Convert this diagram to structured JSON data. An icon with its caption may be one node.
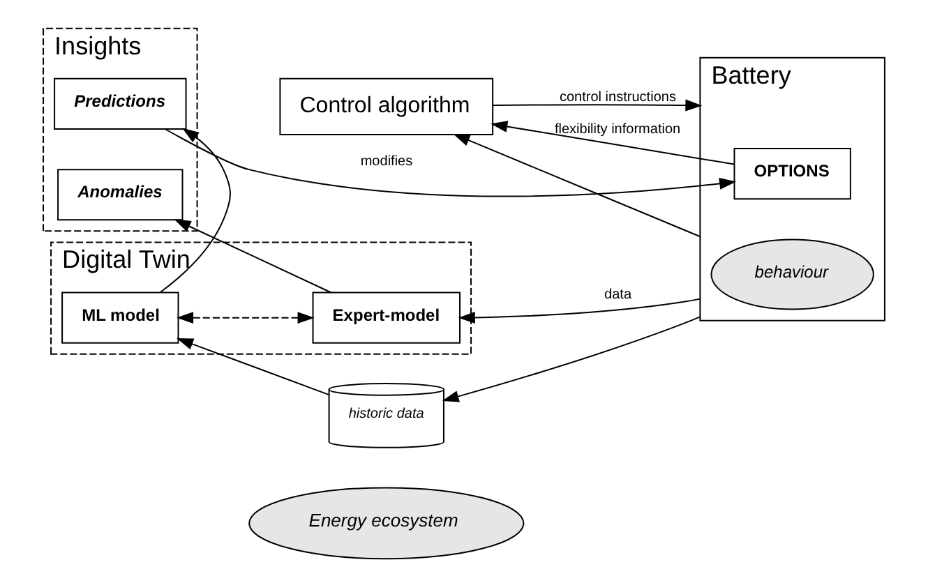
{
  "diagram": {
    "nodes": [
      {
        "text": [
          "Energy ecosystem"
        ]
      },
      {
        "text": [
          "Control algorithm"
        ]
      },
      {
        "text": [
          "Insights"
        ]
      },
      {
        "text": [
          "Anomalies"
        ],
        "in": 2
      },
      {
        "text": [
          "Predictions"
        ],
        "in": 2
      },
      {
        "text": [
          "Digital Twin"
        ]
      },
      {
        "text": [
          "Expert-model"
        ],
        "in": 5
      },
      {
        "text": [
          "ML model"
        ],
        "in": 5
      },
      {
        "text": [
          "Battery"
        ]
      },
      {
        "text": [
          "OPTIONS"
        ],
        "in": 8
      },
      {
        "text": [
          "behaviour"
        ],
        "in": 8
      },
      {
        "text": [
          "historic data"
        ]
      }
    ],
    "edges": [
      {
        "from": 6,
        "to": 3,
        "arrow": "to"
      },
      {
        "from": 7,
        "to": 4,
        "arrow": "to"
      },
      {
        "from": 6,
        "to": 7,
        "arrow": "both",
        "style": "dashed"
      },
      {
        "from": 8,
        "to": 1,
        "arrow": "to"
      },
      {
        "from": 8,
        "to": 6,
        "arrow": "to",
        "label": "data"
      },
      {
        "from": 8,
        "to": 11,
        "arrow": "to"
      },
      {
        "from": 11,
        "to": 7,
        "arrow": "to"
      },
      {
        "from": 9,
        "to": 1,
        "arrow": "to",
        "label": "flexibility information"
      },
      {
        "from": 1,
        "to": 8,
        "arrow": "to",
        "label": "control instructions"
      },
      {
        "from": 4,
        "to": 9,
        "arrow": "to",
        "label": "modifies"
      }
    ]
  }
}
